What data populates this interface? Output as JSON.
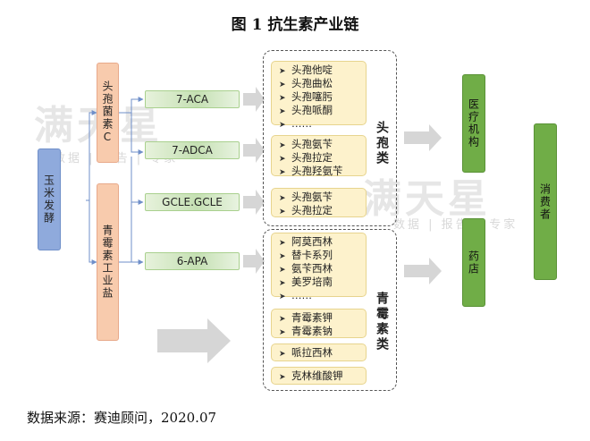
{
  "title": "图 1 抗生素产业链",
  "upstream": {
    "raw_material": "玉米发酵"
  },
  "intermediates": {
    "cephalosporin_c": "头孢菌素C",
    "penicillin_salt": "青霉素工业盐"
  },
  "mid_products": [
    "7-ACA",
    "7-ADCA",
    "GCLE.GCLE",
    "6-APA"
  ],
  "groups": {
    "cephalosporin": {
      "label": "头孢类",
      "cards": [
        [
          "头孢他啶",
          "头孢曲松",
          "头孢噻肟",
          "头孢哌酮",
          "……"
        ],
        [
          "头孢氨苄",
          "头孢拉定",
          "头孢羟氨苄"
        ],
        [
          "头孢氨苄",
          "头孢拉定"
        ]
      ]
    },
    "penicillin": {
      "label": "青霉素类",
      "cards": [
        [
          "阿莫西林",
          "替卡系列",
          "氨苄西林",
          "美罗培南",
          "……"
        ],
        [
          "青霉素钾",
          "青霉素钠"
        ],
        [
          "哌拉西林"
        ],
        [
          "克林维酸钾"
        ]
      ]
    }
  },
  "downstream": {
    "hospital": "医疗机构",
    "pharmacy": "药店",
    "consumer": "消费者"
  },
  "watermark": {
    "main": "满天星",
    "sub": "数据 | 报告 | 专家"
  },
  "source": "数据来源：赛迪顾问，2020.07",
  "colors": {
    "blue": "#8faadc",
    "orange": "#f8cbad",
    "green_light": "#c5e0b3",
    "yellow": "#fdf2cc",
    "green_dark": "#70ad47"
  }
}
